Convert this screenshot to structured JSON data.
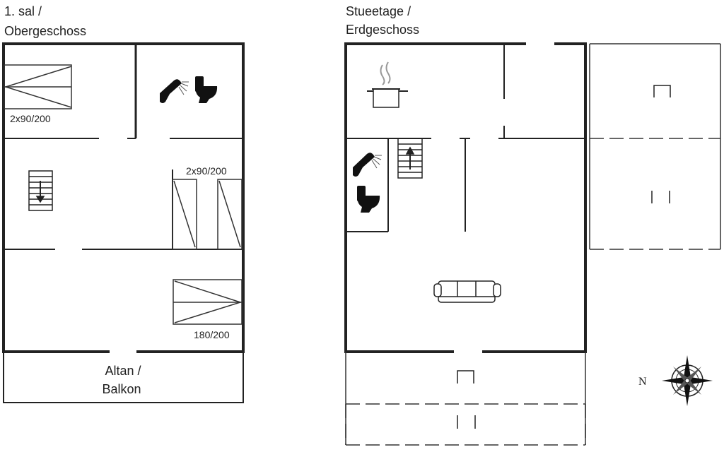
{
  "floors": {
    "upper": {
      "title_line1": "1. sal /",
      "title_line2": "Obergeschoss",
      "balcony_line1": "Altan /",
      "balcony_line2": "Balkon",
      "bed_top_left": "2x90/200",
      "bed_middle_right": "2x90/200",
      "bed_bottom_right": "180/200"
    },
    "ground": {
      "title_line1": "Stueetage /",
      "title_line2": "Erdgeschoss"
    }
  },
  "compass": {
    "north_label": "N"
  },
  "icons": [
    "shower-icon",
    "toilet-icon",
    "stairs-down-icon",
    "stairs-up-icon",
    "cooking-pot-icon",
    "sofa-icon",
    "chair-icon",
    "compass-rose-icon"
  ],
  "colors": {
    "wall": "#222222",
    "line": "#333333",
    "background": "#ffffff"
  }
}
